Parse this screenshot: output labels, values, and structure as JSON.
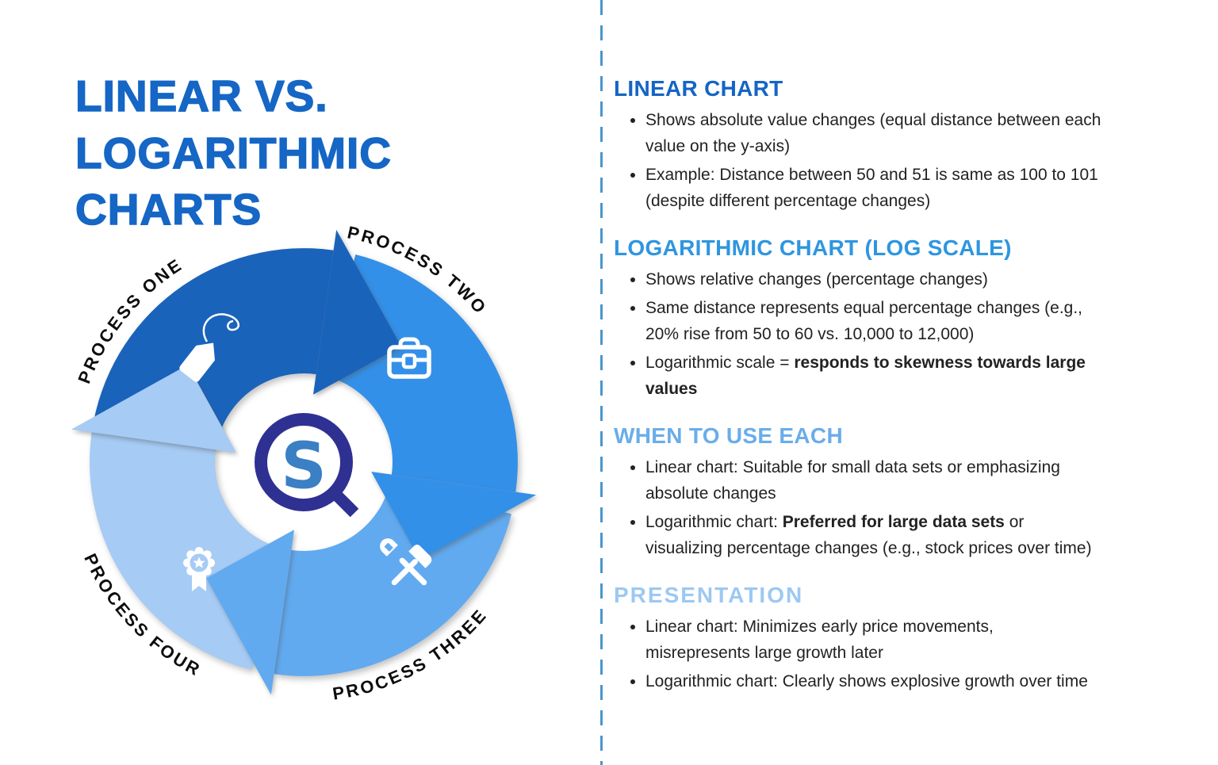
{
  "title": {
    "line1": "LINEAR VS. LOGARITHMIC",
    "line2": "CHARTS",
    "color": "#1566c5"
  },
  "divider_color": "#4a96cc",
  "diagram": {
    "segments": [
      {
        "label": "PROCESS ONE",
        "color": "#1a63bb",
        "icon": "price-tag-icon"
      },
      {
        "label": "PROCESS TWO",
        "color": "#3390e8",
        "icon": "briefcase-icon"
      },
      {
        "label": "PROCESS THREE",
        "color": "#61aaf0",
        "icon": "tools-icon"
      },
      {
        "label": "PROCESS FOUR",
        "color": "#a6cbf4",
        "icon": "award-ribbon-icon"
      }
    ],
    "center_logo": {
      "letter": "S",
      "ring_color": "#2e3192",
      "letter_color": "#3b7fc4"
    }
  },
  "sections": [
    {
      "heading": "LINEAR CHART",
      "color": "#1565c4",
      "bullets": [
        [
          {
            "t": "Shows absolute value changes (equal distance between each\nvalue on the y-axis)",
            "b": false
          }
        ],
        [
          {
            "t": "Example: Distance between 50 and 51 is same as 100 to 101\n(despite different percentage changes)",
            "b": false
          }
        ]
      ]
    },
    {
      "heading": "LOGARITHMIC CHART (LOG SCALE)",
      "color": "#2e96e0",
      "bullets": [
        [
          {
            "t": "Shows relative changes (percentage changes)",
            "b": false
          }
        ],
        [
          {
            "t": "Same distance represents equal percentage changes (e.g.,\n20% rise from 50 to 60 vs. 10,000 to 12,000)",
            "b": false
          }
        ],
        [
          {
            "t": "Logarithmic scale = ",
            "b": false
          },
          {
            "t": "responds to skewness towards large\nvalues",
            "b": true
          }
        ]
      ]
    },
    {
      "heading": "WHEN TO USE EACH",
      "color": "#6aadea",
      "bullets": [
        [
          {
            "t": "Linear chart: Suitable for small data sets or emphasizing\nabsolute changes",
            "b": false
          }
        ],
        [
          {
            "t": "Logarithmic chart: ",
            "b": false
          },
          {
            "t": "Preferred for large data sets",
            "b": true
          },
          {
            "t": " or\nvisualizing percentage changes (e.g., stock prices over time)",
            "b": false
          }
        ]
      ]
    },
    {
      "heading": "PRESENTATION",
      "color": "#9cc8f3",
      "bullets": [
        [
          {
            "t": "Linear chart: Minimizes early price movements,\nmisrepresents large growth later",
            "b": false
          }
        ],
        [
          {
            "t": "Logarithmic chart: Clearly shows explosive growth over time",
            "b": false
          }
        ]
      ]
    }
  ]
}
